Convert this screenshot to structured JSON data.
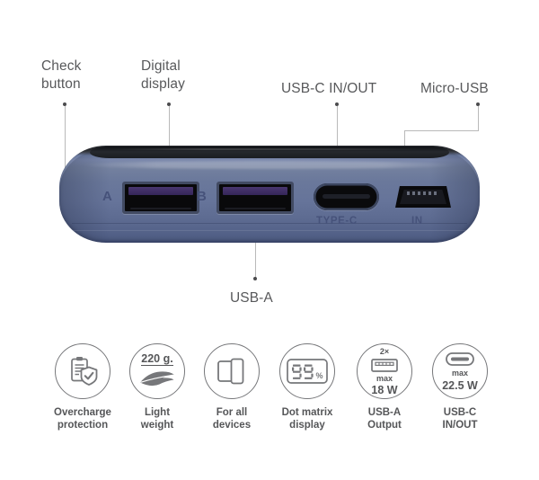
{
  "product": {
    "device_name": "power-bank",
    "body_color": "#66749a",
    "accent_text_color": "#46527a"
  },
  "callouts": [
    {
      "id": "check-button",
      "label": "Check\nbutton"
    },
    {
      "id": "digital-display",
      "label": "Digital\ndisplay"
    },
    {
      "id": "usb-c-in-out",
      "label": "USB-C IN/OUT"
    },
    {
      "id": "micro-usb",
      "label": "Micro-USB"
    },
    {
      "id": "usb-a",
      "label": "USB-A"
    }
  ],
  "device_labels": {
    "port_a": "A",
    "port_b": "B",
    "type_c": "TYPE-C",
    "micro_in": "IN"
  },
  "features": [
    {
      "icon": "clipboard-shield-check-icon",
      "caption": "Overcharge\nprotection",
      "icon_text": ""
    },
    {
      "icon": "feather-weight-icon",
      "caption": "Light\nweight",
      "icon_text": "220 g."
    },
    {
      "icon": "tablet-phone-devices-icon",
      "caption": "For all\ndevices",
      "icon_text": ""
    },
    {
      "icon": "dot-matrix-display-icon",
      "caption": "Dot matrix\ndisplay",
      "icon_text": "99%"
    },
    {
      "icon": "usb-a-port-icon",
      "caption": "USB-A\nOutput",
      "count": "2×",
      "max_label": "max",
      "power": "18 W"
    },
    {
      "icon": "usb-c-port-icon",
      "caption": "USB-C\nIN/OUT",
      "max_label": "max",
      "power": "22.5 W"
    }
  ]
}
